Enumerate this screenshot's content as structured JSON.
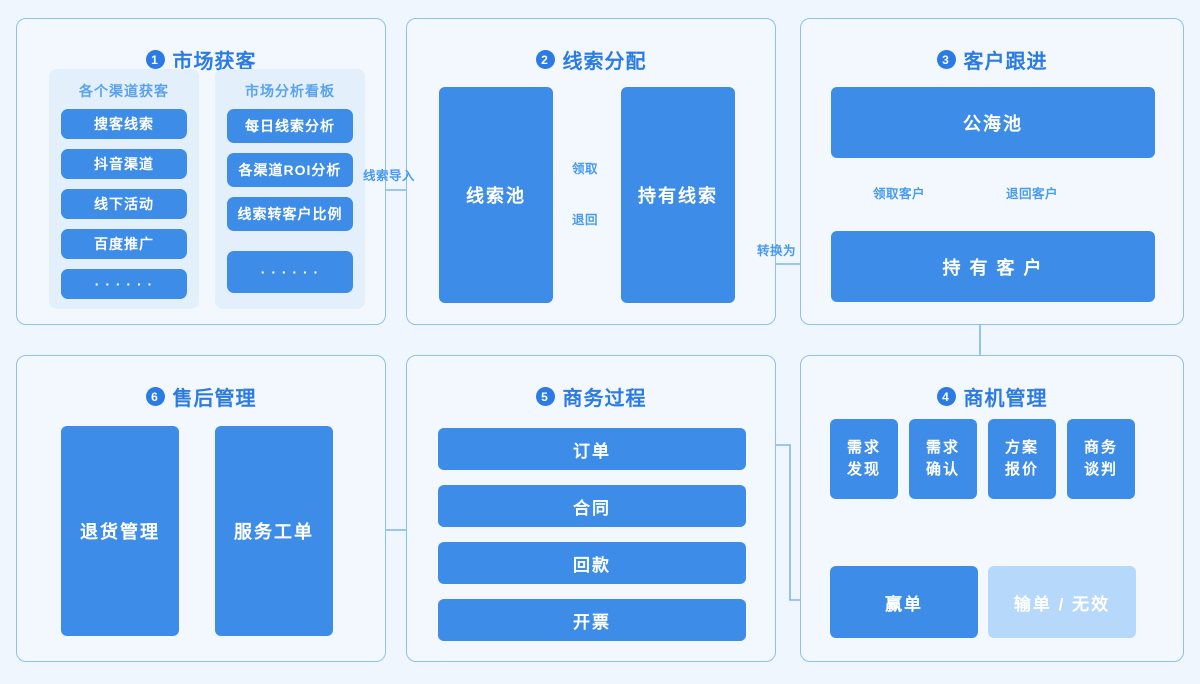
{
  "theme": {
    "canvas_bg": "#eff6fd",
    "panel_bg": "#f2f8fe",
    "panel_border": "#8fc0f5",
    "accent": "#2c7be5",
    "box_blue": "#3d8ce8",
    "box_light_blue": "#b6d8fa",
    "subgroup_bg": "#e3effb",
    "label_blue": "#4a9bf0"
  },
  "panels": [
    {
      "number": "1",
      "title": "市场获客",
      "subgroups": [
        {
          "title": "各个渠道获客",
          "items": [
            "搜客线索",
            "抖音渠道",
            "线下活动",
            "百度推广",
            "· · · · · ·"
          ]
        },
        {
          "title": "市场分析看板",
          "items": [
            "每日线索分析",
            "各渠道ROI分析",
            "线索转客户比例",
            "· · · · · ·"
          ]
        }
      ]
    },
    {
      "number": "2",
      "title": "线索分配",
      "boxes": [
        "线索池",
        "持有线索"
      ],
      "inner_links": [
        {
          "label": "领取",
          "style": "solid",
          "direction": "right"
        },
        {
          "label": "退回",
          "style": "dashed",
          "direction": "left"
        }
      ]
    },
    {
      "number": "3",
      "title": "客户跟进",
      "boxes": [
        "公海池",
        "持 有 客 户"
      ],
      "inner_links": [
        {
          "label": "领取客户",
          "style": "solid",
          "direction": "down"
        },
        {
          "label": "退回客户",
          "style": "dashed",
          "direction": "up"
        }
      ]
    },
    {
      "number": "4",
      "title": "商机管理",
      "stages": [
        "需求\n发现",
        "需求\n确认",
        "方案\n报价",
        "商务\n谈判"
      ],
      "outcomes": [
        {
          "label": "赢单",
          "variant": "solid"
        },
        {
          "label": "输单 / 无效",
          "variant": "light"
        }
      ]
    },
    {
      "number": "5",
      "title": "商务过程",
      "rows": [
        "订单",
        "合同",
        "回款",
        "开票"
      ]
    },
    {
      "number": "6",
      "title": "售后管理",
      "boxes": [
        "退货管理",
        "服务工单"
      ]
    }
  ],
  "connectors": [
    {
      "label": "线索导入",
      "from": "市场获客",
      "to": "线索池",
      "style": "solid"
    },
    {
      "label": "转换为",
      "from": "持有线索",
      "to": "持有客户",
      "style": "solid"
    }
  ]
}
